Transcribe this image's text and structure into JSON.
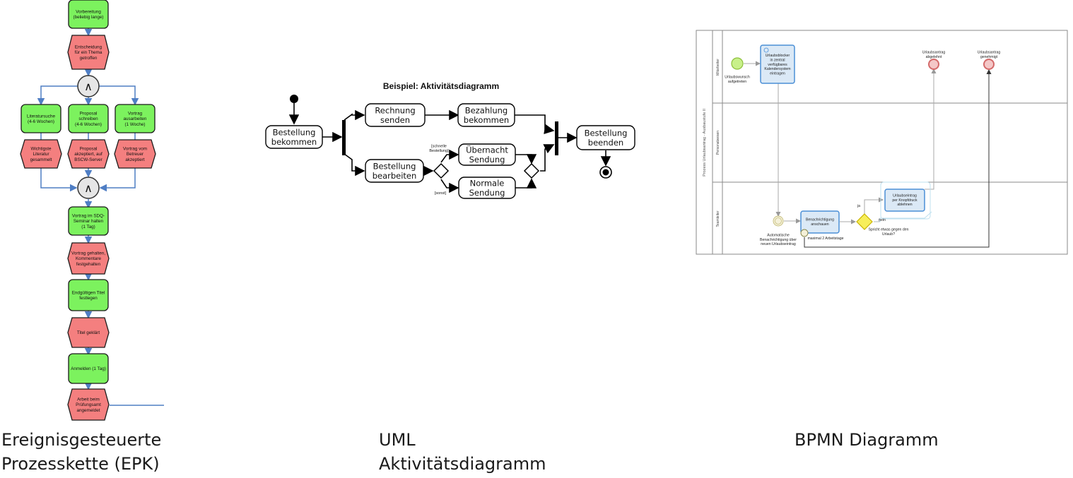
{
  "captions": {
    "epk": "Ereignisgesteuerte\nProzesskette (EPK)",
    "uml": "UML\nAktivitätsdiagramm",
    "bpmn": "BPMN Diagramm"
  },
  "colors": {
    "function_fill": "#7cf25e",
    "event_fill": "#f47f7f",
    "connector": "#4f7ec4",
    "bpmn_task": "#4b8fd6",
    "bpmn_start": "#c8f08a",
    "bpmn_end": "#f4b7b7",
    "bpmn_gateway": "#f7ee5a"
  },
  "epk": {
    "and_symbol": "∧",
    "functions": [
      [
        "Vorbereitung",
        "(beliebig lange)"
      ],
      [
        "Literatursuche",
        "(4-6 Wochen)"
      ],
      [
        "Proposal",
        "schreiben",
        "(4-6 Wochen)"
      ],
      [
        "Vortrag",
        "ausarbeiten",
        "(1 Woche)"
      ],
      [
        "Vortrag im SDQ-",
        "Seminar halten",
        "(1 Tag)"
      ],
      [
        "Endgültigen Titel",
        "festlegen"
      ],
      [
        "Anmelden (1 Tag)"
      ]
    ],
    "events": [
      [
        "Entscheidung",
        "für ein Thema",
        "getroffen"
      ],
      [
        "Wichtigste",
        "Literatur",
        "gesammelt"
      ],
      [
        "Proposal",
        "akzeptiert, auf",
        "BSCW-Server"
      ],
      [
        "Vortrag vom",
        "Betreuer",
        "akzeptiert"
      ],
      [
        "Vortrag gehalten,",
        "Kommentare",
        "festgehalten"
      ],
      [
        "Titel geklärt"
      ],
      [
        "Arbeit beim",
        "Prüfungsamt",
        "angemeldet"
      ]
    ]
  },
  "uml": {
    "title": "Beispiel: Aktivitätsdiagramm",
    "actions": [
      [
        "Bestellung",
        "bekommen"
      ],
      [
        "Rechnung",
        "senden"
      ],
      [
        "Bezahlung",
        "bekommen"
      ],
      [
        "Bestellung",
        "bearbeiten"
      ],
      [
        "Übernacht",
        "Sendung"
      ],
      [
        "Normale",
        "Sendung"
      ],
      [
        "Bestellung",
        "beenden"
      ]
    ],
    "guards": [
      [
        "[schnelle",
        "Bestellung]"
      ],
      [
        "[sonst]"
      ]
    ]
  },
  "bpmn": {
    "pool": "Prozess Urlaubsantrag - Ausbaustufe II",
    "lanes": [
      "Mitarbeiter",
      "Personalwesen",
      "Teamleiter"
    ],
    "start_label": [
      "Urlaubswunsch",
      "aufgetreten"
    ],
    "task_calendar": [
      "Urlaubsblocker",
      "in zentral",
      "verfügbares",
      "Kalendersystem",
      "eintragen"
    ],
    "end_rejected": [
      "Urlaubsantrag",
      "abgelehnt"
    ],
    "end_approved": [
      "Urlaubsantrag",
      "genehmigt"
    ],
    "catch_label": [
      "Automatische",
      "Benachrichtigung über",
      "neuen Urlaubseintrag"
    ],
    "task_view": [
      "Benachrichtigung",
      "anschauen"
    ],
    "timer_label": "maximal 2 Arbeitstage",
    "gateway_label": [
      "Spricht etwas gegen den",
      "Urlaub?"
    ],
    "yes": "ja",
    "no": "nein",
    "task_reject": [
      "Urlaubseintrag",
      "per Knopfdruck",
      "ablehnen"
    ]
  }
}
